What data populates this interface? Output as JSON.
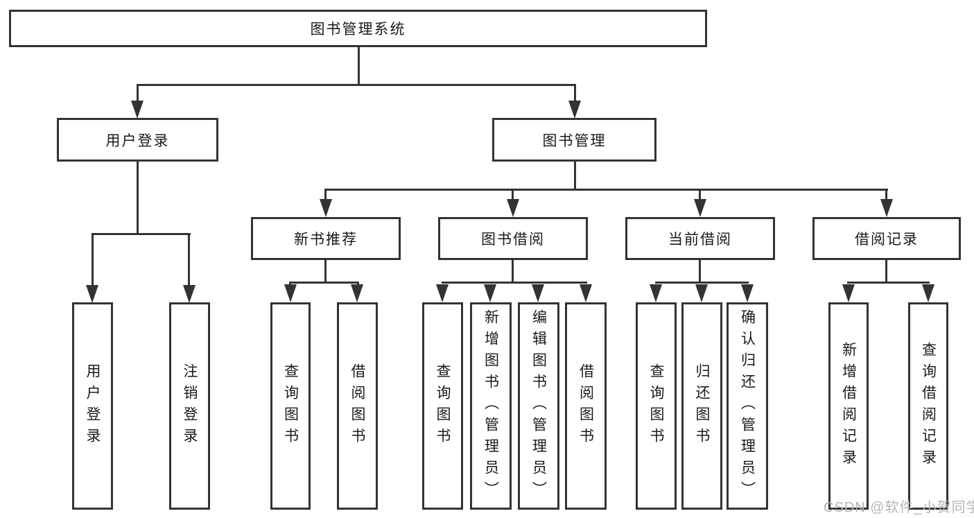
{
  "nodes": {
    "root": "图书管理系统",
    "user_login": "用户登录",
    "book_management": "图书管理",
    "new_book_recommend": "新书推荐",
    "book_borrowing": "图书借阅",
    "current_borrowing": "当前借阅",
    "borrowing_records": "借阅记录",
    "user_login_leaf": "用户登录",
    "logout_leaf": "注销登录",
    "nbr_query_books": "查询图书",
    "nbr_borrow_books": "借阅图书",
    "bb_query_books": "查询图书",
    "bb_add_books": "新增图书（管理员）",
    "bb_edit_books": "编辑图书（管理员）",
    "bb_borrow_books": "借阅图书",
    "cb_query_books": "查询图书",
    "cb_return_books": "归还图书",
    "cb_confirm_return": "确认归还（管理员）",
    "br_add_record": "新增借阅记录",
    "br_query_record": "查询借阅记录"
  },
  "hierarchy": {
    "图书管理系统": {
      "用户登录": [
        "用户登录",
        "注销登录"
      ],
      "图书管理": {
        "新书推荐": [
          "查询图书",
          "借阅图书"
        ],
        "图书借阅": [
          "查询图书",
          "新增图书（管理员）",
          "编辑图书（管理员）",
          "借阅图书"
        ],
        "当前借阅": [
          "查询图书",
          "归还图书",
          "确认归还（管理员）"
        ],
        "借阅记录": [
          "新增借阅记录",
          "查询借阅记录"
        ]
      }
    }
  },
  "watermark": "CSDN @软件_小贺同学",
  "colors": {
    "line": "#333333",
    "box_border": "#333333",
    "text": "#1a1a1a",
    "watermark": "#b3b3b3",
    "background": "#ffffff"
  }
}
